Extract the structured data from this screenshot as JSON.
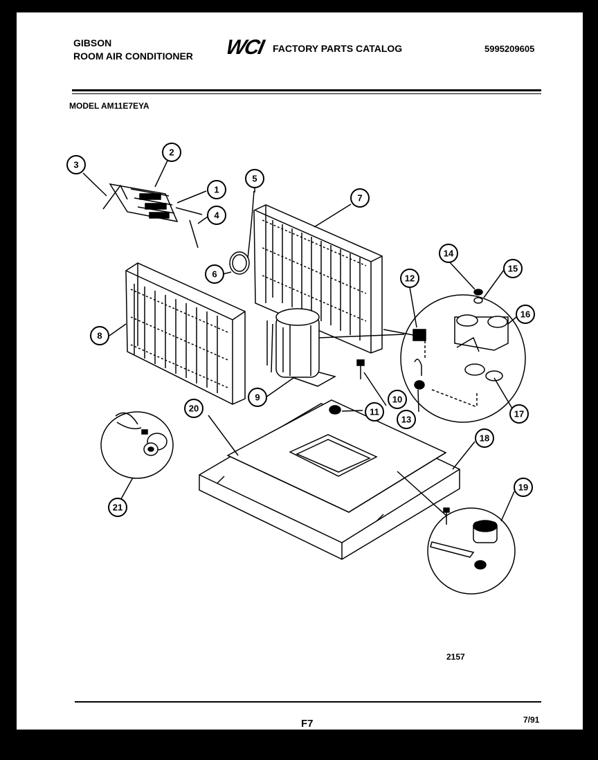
{
  "header": {
    "brand": "GIBSON",
    "product": "ROOM AIR CONDITIONER",
    "logo_text": "WCI",
    "catalog_title": "FACTORY PARTS CATALOG",
    "part_number": "5995209605",
    "model_line": "MODEL AM11E7EYA"
  },
  "diagram": {
    "callouts": [
      "1",
      "2",
      "3",
      "4",
      "5",
      "6",
      "7",
      "8",
      "9",
      "10",
      "11",
      "12",
      "13",
      "14",
      "15",
      "16",
      "17",
      "18",
      "19",
      "20",
      "21"
    ],
    "drawing_number": "2157"
  },
  "footer": {
    "page_code": "F7",
    "date_code": "7/91"
  }
}
